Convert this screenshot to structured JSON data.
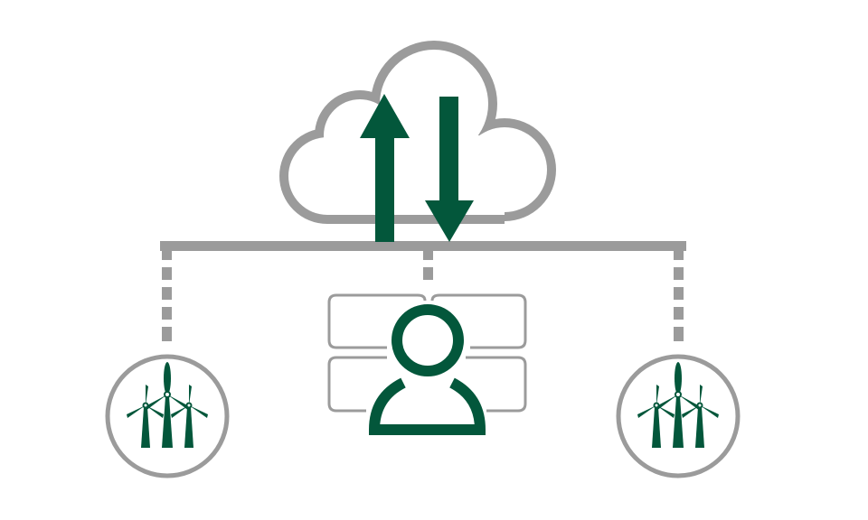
{
  "colors": {
    "gray": "#9b9b9b",
    "green": "#03573b",
    "background": "#ffffff"
  },
  "diagram": {
    "nodes": [
      {
        "id": "cloud",
        "icon": "cloud-icon"
      },
      {
        "id": "upload",
        "icon": "arrow-up-icon"
      },
      {
        "id": "download",
        "icon": "arrow-down-icon"
      },
      {
        "id": "user",
        "icon": "user-icon"
      },
      {
        "id": "wind-farm-left",
        "icon": "wind-turbine-icon"
      },
      {
        "id": "wind-farm-right",
        "icon": "wind-turbine-icon"
      }
    ]
  }
}
